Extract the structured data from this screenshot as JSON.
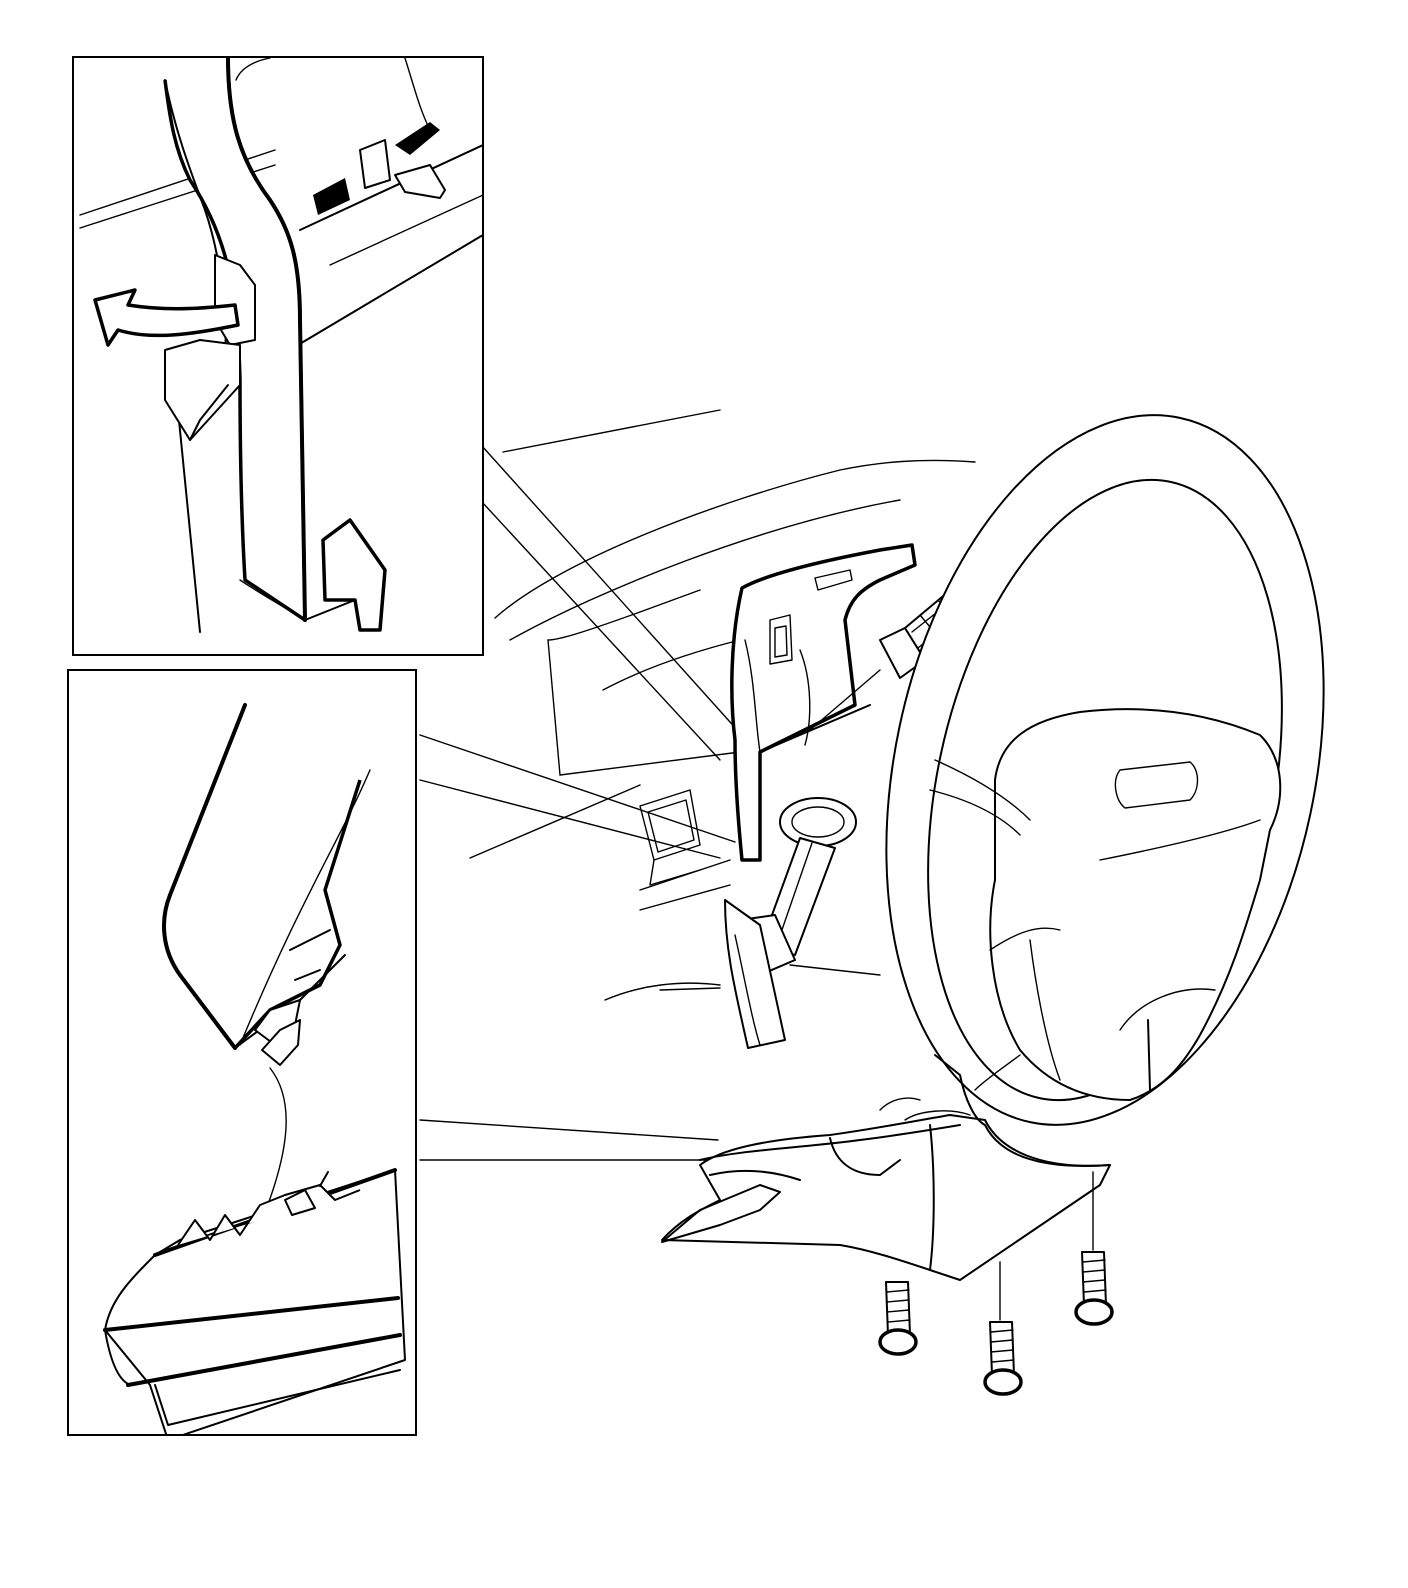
{
  "diagram": {
    "colors": {
      "line": "#000000",
      "background": "#ffffff"
    },
    "parts": {
      "main_view": "steering-column-cover-removal",
      "inset_top": "trim-panel-clip-detail",
      "inset_bottom": "cover-tab-engagement-detail",
      "tool": "screwdriver-icon",
      "fasteners": [
        "screw-1",
        "screw-2",
        "screw-3"
      ],
      "arrow": "curved-arrow-icon"
    }
  }
}
